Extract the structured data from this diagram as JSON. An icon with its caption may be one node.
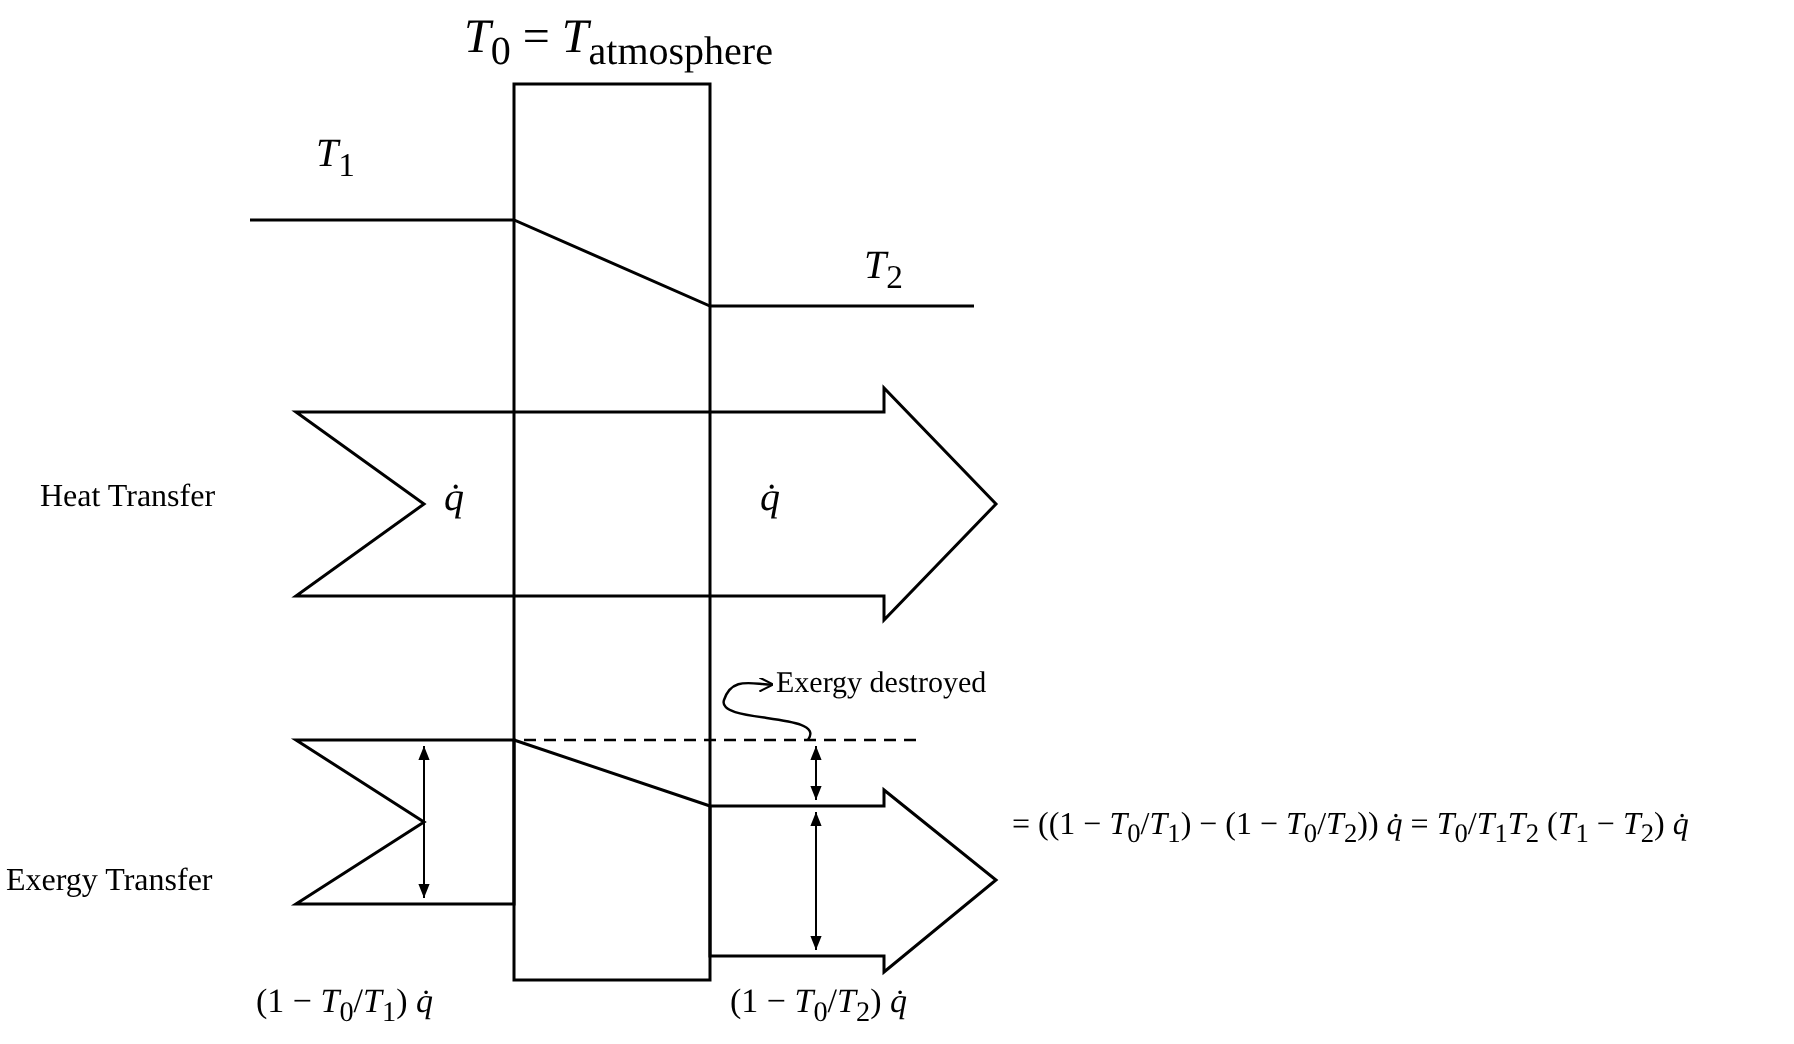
{
  "diagram": {
    "nodes": [
      {
        "text": [
          "Exergy destroyed"
        ]
      },
      {
        "text": [],
        "shape": "line"
      }
    ],
    "edges": [
      {
        "from": 1,
        "to": 0,
        "arrow": "to"
      }
    ],
    "labels": [
      "*T*$_{0}$ = *T*$_{atmosphere}$",
      "*T*$_{1}$",
      "*T*$_{2}$",
      "Heat Transfer",
      "*q̇*",
      "*q̇*",
      "= ((1 − *T*$_{0}$/*T*$_{1}$) − (1 − *T*$_{0}$/*T*$_{2}$)) *q̇* = *T*$_{0}$/*T*$_{1}$*T*$_{2}$ (*T*$_{1}$ − *T*$_{2}$) *q̇*",
      "Exergy Transfer",
      "(1 − *T*$_{0}$/*T*$_{1}$) *q̇*",
      "(1 − *T*$_{0}$/*T*$_{2}$) *q̇*"
    ]
  }
}
